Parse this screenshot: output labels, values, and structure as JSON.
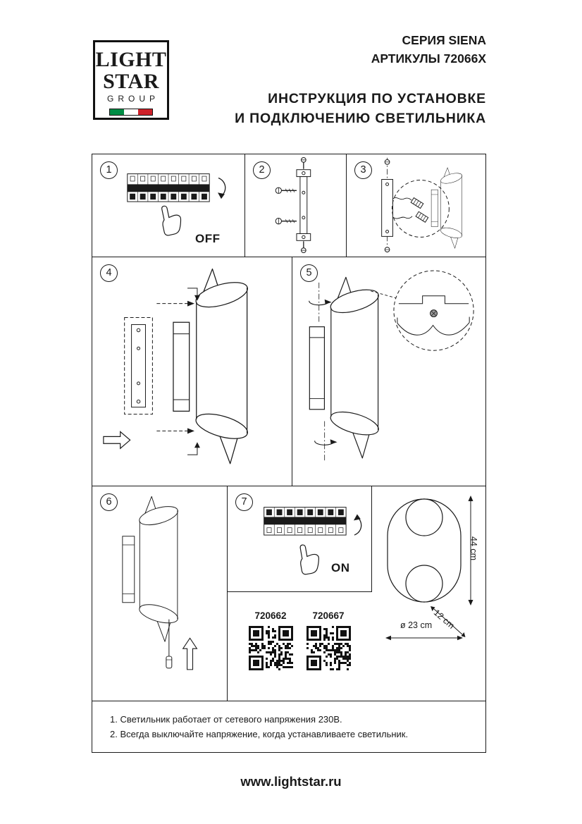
{
  "header": {
    "logo": {
      "word1": "LIGHT",
      "word2": "STAR",
      "word3": "GROUP"
    },
    "series_line1": "СЕРИЯ SIENA",
    "series_line2": "АРТИКУЛЫ 72066X",
    "title_line1": "ИНСТРУКЦИЯ ПО УСТАНОВКЕ",
    "title_line2": "И ПОДКЛЮЧЕНИЮ СВЕТИЛЬНИКА"
  },
  "steps": {
    "step1": {
      "number": "1",
      "switch_label": "OFF"
    },
    "step2": {
      "number": "2"
    },
    "step3": {
      "number": "3"
    },
    "step4": {
      "number": "4"
    },
    "step5": {
      "number": "5"
    },
    "step6": {
      "number": "6"
    },
    "step7": {
      "number": "7",
      "switch_label": "ON"
    }
  },
  "product": {
    "article_left": "720662",
    "article_right": "720667",
    "height": "44 cm",
    "depth": "12 cm",
    "diameter": "ø 23 cm"
  },
  "notes": {
    "note1": "1. Светильник работает от сетевого напряжения 230В.",
    "note2": "2. Всегда выключайте напряжение, когда устанавливаете светильник."
  },
  "footer": {
    "website": "www.lightstar.ru"
  },
  "colors": {
    "ink": "#1a1a1a",
    "flag_green": "#008C45",
    "flag_white": "#F4F5F0",
    "flag_red": "#CD212A"
  }
}
